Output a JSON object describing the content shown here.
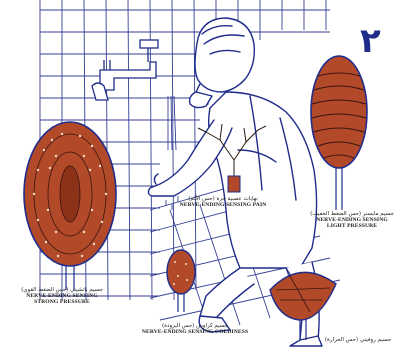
{
  "page_number": "٢",
  "labels": {
    "pain": {
      "arabic": "نهايات عصبية حرة (حس الألم)",
      "english": "NERVE-ENDING SENSING PAIN"
    },
    "light_pressure": {
      "arabic": "جسيم مايسنر (حس الضغط الخفيف)",
      "english_line1": "NERVE-ENDING SENSING",
      "english_line2": "LIGHT PRESSURE"
    },
    "strong_pressure": {
      "arabic": "جسيم باتشيني (حس الضغط القوي)",
      "english_line1": "NERVE-ENDING SENSING",
      "english_line2": "STRONG PRESSURE"
    },
    "coldness": {
      "arabic": "جسيم كراوس (حس البرودة)",
      "english": "NERVE-ENDING SENSING COLDINESS"
    },
    "heat": {
      "arabic": "جسيم روفيني (حس الحرارة)"
    }
  },
  "colors": {
    "ink": "#1f2c8a",
    "corpuscle_fill": "#b24a2a",
    "corpuscle_dots": "#f3d9c4",
    "page_number": "#1f2c8a"
  }
}
